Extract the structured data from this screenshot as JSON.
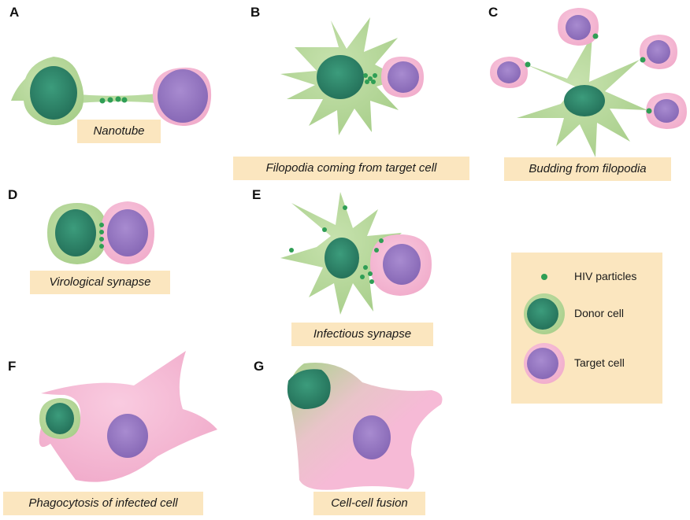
{
  "panels": [
    {
      "letter": "A",
      "caption": "Nanotube"
    },
    {
      "letter": "B",
      "caption": "Filopodia coming from target cell"
    },
    {
      "letter": "C",
      "caption": "Budding from filopodia"
    },
    {
      "letter": "D",
      "caption": "Virological synapse"
    },
    {
      "letter": "E",
      "caption": "Infectious synapse"
    },
    {
      "letter": "F",
      "caption": "Phagocytosis of infected cell"
    },
    {
      "letter": "G",
      "caption": "Cell-cell fusion"
    }
  ],
  "legend": {
    "items": [
      {
        "label": "HIV particles"
      },
      {
        "label": "Donor cell"
      },
      {
        "label": "Target cell"
      }
    ]
  },
  "colors": {
    "donor_membrane": "#b5d79a",
    "donor_nucleus": "#2e8a6c",
    "target_membrane": "#f4b6d2",
    "target_nucleus": "#9a7bc4",
    "hiv_particle": "#2f9e55",
    "caption_bg": "#fbe6bf"
  }
}
